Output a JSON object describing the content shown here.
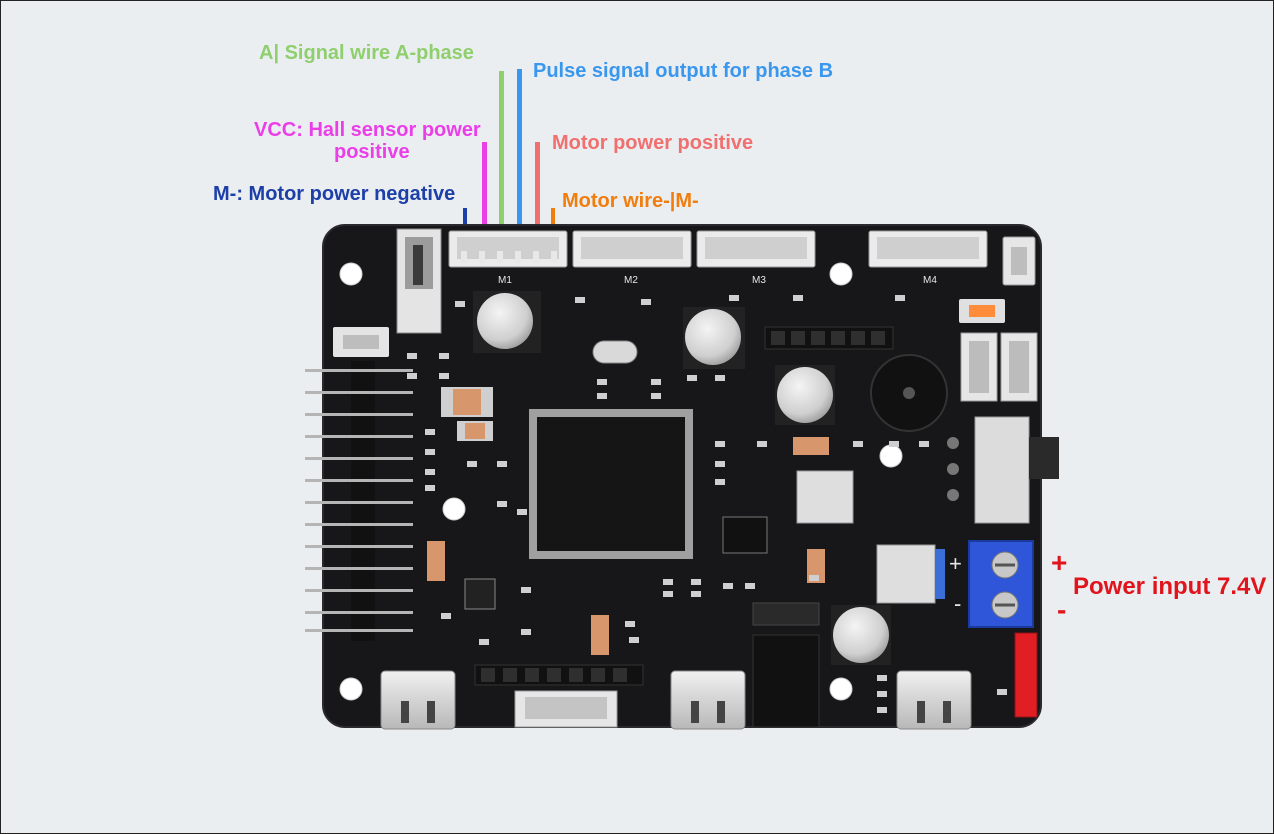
{
  "labels": {
    "signal_a": "A| Signal wire A-phase",
    "pulse_b": "Pulse signal output for phase B",
    "vcc_line1": "VCC: Hall sensor power",
    "vcc_line2": "positive",
    "motor_pos": "Motor power positive",
    "motor_neg": "M-: Motor power negative",
    "motor_wire": "Motor wire-|M-",
    "power_input": "Power input 7.4V",
    "plus": "+",
    "minus": "-"
  },
  "ports": {
    "m1": "M1",
    "m2": "M2",
    "m3": "M3",
    "m4": "M4"
  },
  "silk": {
    "plus": "+",
    "minus": "-"
  },
  "colors": {
    "signal_a": "#8fcf6e",
    "pulse_b": "#3a97ee",
    "vcc": "#ea3fe8",
    "motor_pos": "#f07070",
    "motor_neg": "#1c3fa8",
    "motor_wire": "#f07d0c",
    "power": "#e0141c",
    "board": "#17171a",
    "terminal": "#2f56d8"
  }
}
